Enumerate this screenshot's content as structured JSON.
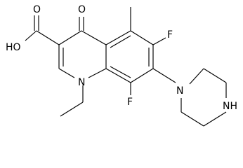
{
  "labels": {
    "carbonyl_oxygen": "O",
    "methyl_group": "",
    "fluorine_top": "F",
    "fluorine_bottom": "F",
    "piperazine_n1": "N",
    "piperazine_nh": "NH",
    "ring_nitrogen": "N",
    "hydroxyl": "HO",
    "carboxyl_oxygen": "O"
  }
}
